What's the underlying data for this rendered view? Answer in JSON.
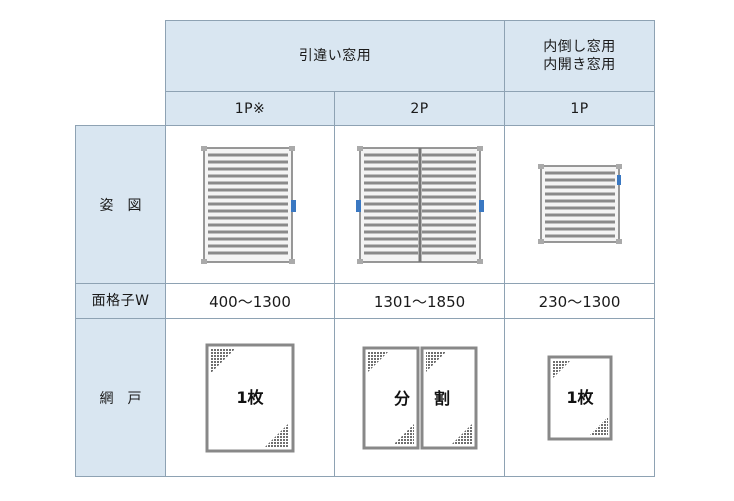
{
  "headers": {
    "sliding_window": "引違い窓用",
    "inward_window_line1": "内倒し窓用",
    "inward_window_line2": "内開き窓用"
  },
  "types": {
    "col1": "1P※",
    "col2": "2P",
    "col3": "1P"
  },
  "rows": {
    "figure_label": "姿図",
    "width_label": "面格子W",
    "screen_label": "網戸"
  },
  "widths": {
    "col1": "400～1300",
    "col2": "1301～1850",
    "col3": "230～1300"
  },
  "screen_labels": {
    "col1": "1枚",
    "col2_left": "分",
    "col2_right": "割",
    "col3": "1枚"
  },
  "colors": {
    "header_fill": "#d9e6f1",
    "grid_line": "#8ea2b3",
    "latch_blue": "#3a78c2"
  }
}
